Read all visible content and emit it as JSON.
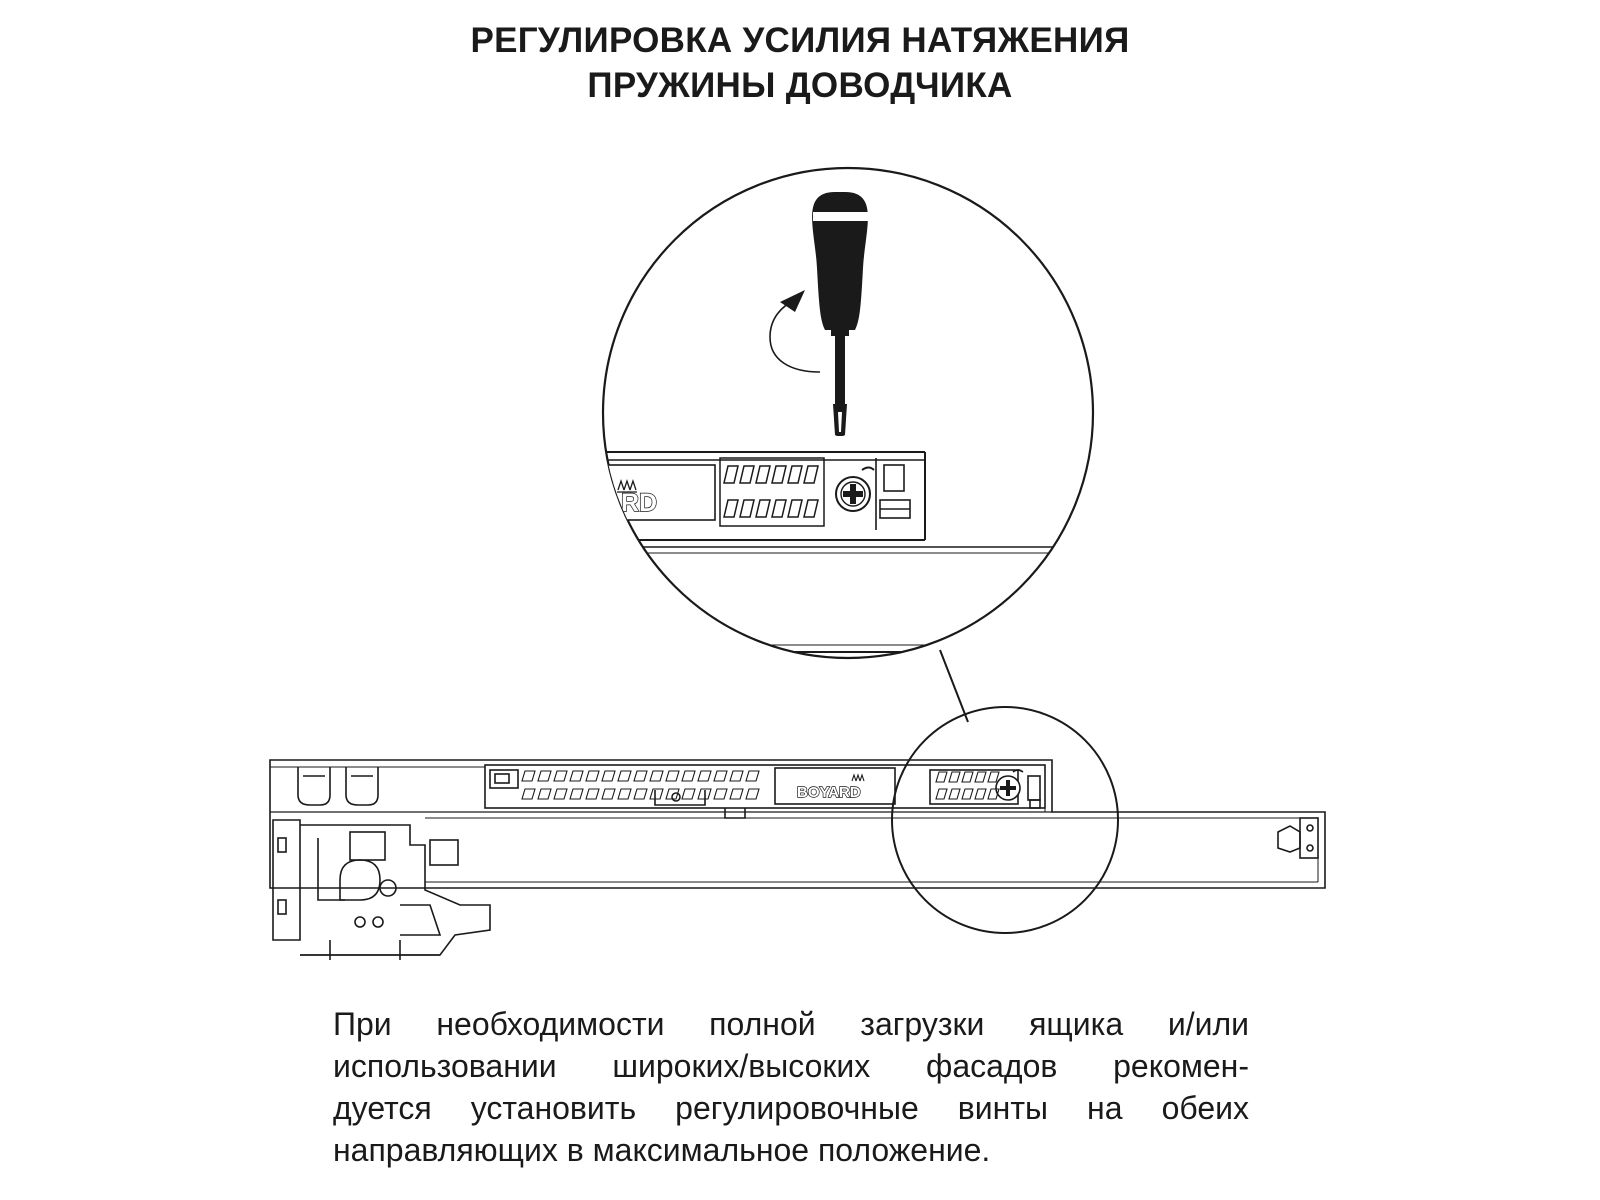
{
  "title": {
    "line1": "РЕГУЛИРОВКА УСИЛИЯ НАТЯЖЕНИЯ",
    "line2": "ПРУЖИНЫ ДОВОДЧИКА"
  },
  "diagram": {
    "brand_detail": "RD",
    "brand_main": "BOYARD",
    "icons": [
      "screwdriver-icon",
      "rotation-arrow-icon",
      "phillips-screw-icon",
      "boyard-crown-logo"
    ]
  },
  "description": {
    "lines": [
      "При необходимости полной загрузки ящика и/или",
      "использовании широких/высоких фасадов рекомен-",
      "дуется установить регулировочные винты на обеих",
      "направляющих в максимальное положение."
    ]
  }
}
